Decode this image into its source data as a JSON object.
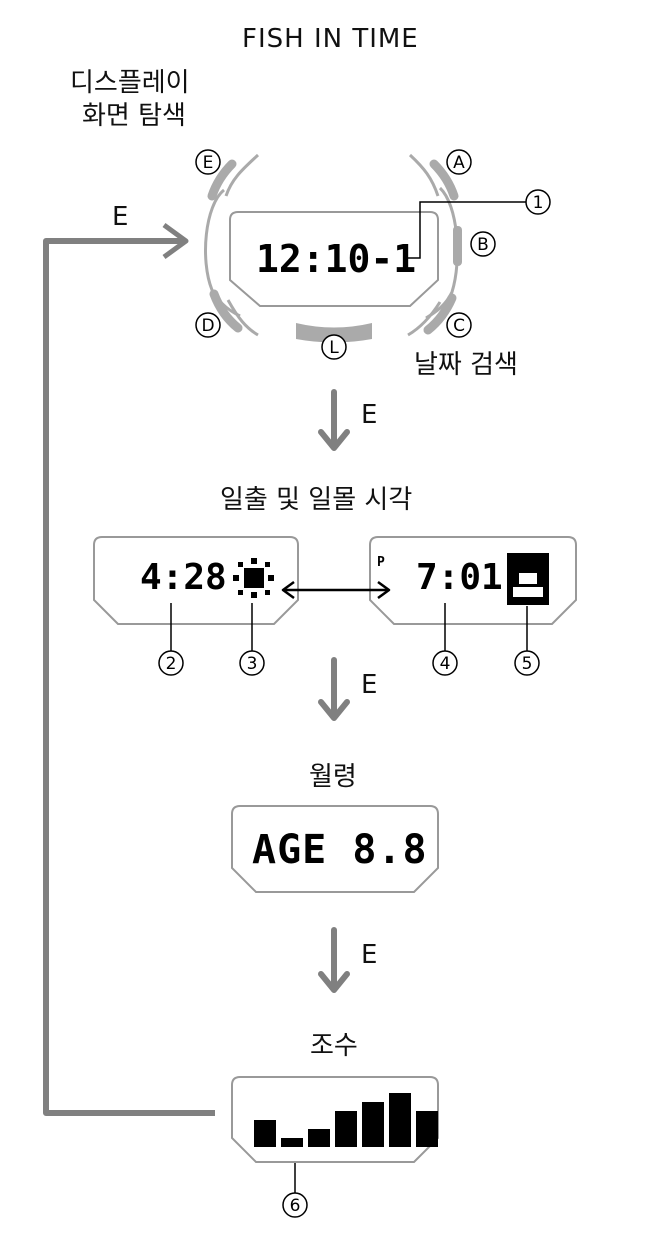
{
  "title": "FISH IN TIME",
  "watch": {
    "display_nav_label": [
      "디스플레이",
      "화면 탐색"
    ],
    "date_search_label": "날짜 검색",
    "display_text": "12:10-1",
    "buttons": [
      "E",
      "A",
      "B",
      "C",
      "D",
      "L"
    ],
    "callout": "1"
  },
  "loop_label": "E",
  "steps": [
    {
      "arrow_label": "E",
      "title": "일출 및 일몰 시각"
    },
    {
      "arrow_label": "E",
      "title": "월령"
    },
    {
      "arrow_label": "E",
      "title": "조수"
    }
  ],
  "sun_screens": {
    "sunrise_time": "4:28",
    "sunset_pm": "P",
    "sunset_time": "7:01",
    "callouts": [
      "2",
      "3",
      "4",
      "5"
    ]
  },
  "moon_screen": {
    "text": "AGE  8.8"
  },
  "tide_screen": {
    "callout": "6",
    "bar_levels": [
      3,
      1,
      2,
      4,
      5,
      6,
      4
    ]
  },
  "colors": {
    "arrow": "#808080",
    "outline": "#999999",
    "button": "#aaaaaa"
  }
}
